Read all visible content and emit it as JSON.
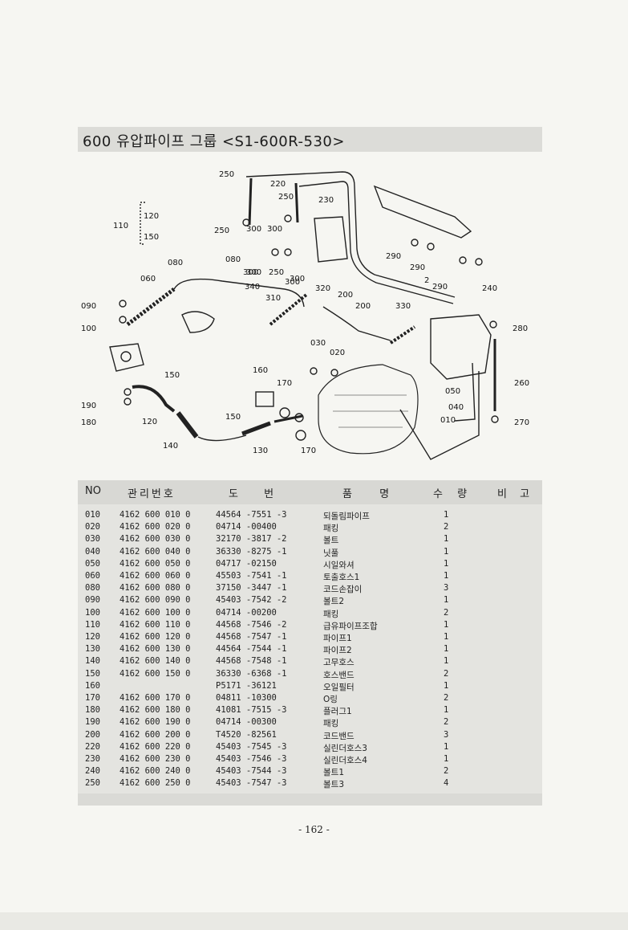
{
  "title": "600  유압파이프 그룹 <S1-600R-530>",
  "diagram": {
    "callouts": [
      "250",
      "220",
      "250",
      "230",
      "300",
      "110",
      "120",
      "150",
      "250",
      "300",
      "300",
      "290",
      "290",
      "290",
      "240",
      "2",
      "080",
      "080",
      "300",
      "250",
      "300",
      "060",
      "340",
      "300",
      "320",
      "090",
      "310",
      "200",
      "200",
      "330",
      "100",
      "280",
      "030",
      "020",
      "160",
      "170",
      "150",
      "260",
      "050",
      "040",
      "190",
      "150",
      "010",
      "270",
      "180",
      "120",
      "140",
      "130",
      "170"
    ]
  },
  "table": {
    "headers": {
      "no": "NO",
      "mgmt": "관리번호",
      "drawing": "도 번",
      "name": "품 명",
      "qty": "수 량",
      "note": "비 고"
    },
    "rows": [
      {
        "no": "010",
        "mgmt": "4162 600 010 0",
        "drawing": "44564 -7551 -3",
        "name": "되돌림파이프",
        "qty": "1"
      },
      {
        "no": "020",
        "mgmt": "4162 600 020 0",
        "drawing": "04714 -00400",
        "name": "패킹",
        "qty": "2"
      },
      {
        "no": "030",
        "mgmt": "4162 600 030 0",
        "drawing": "32170 -3817 -2",
        "name": "볼트",
        "qty": "1"
      },
      {
        "no": "040",
        "mgmt": "4162 600 040 0",
        "drawing": "36330 -8275 -1",
        "name": "닛풀",
        "qty": "1"
      },
      {
        "no": "050",
        "mgmt": "4162 600 050 0",
        "drawing": "04717 -02150",
        "name": "시일와셔",
        "qty": "1"
      },
      {
        "no": "060",
        "mgmt": "4162 600 060 0",
        "drawing": "45503 -7541 -1",
        "name": "토출호스1",
        "qty": "1"
      },
      {
        "no": "080",
        "mgmt": "4162 600 080 0",
        "drawing": "37150 -3447 -1",
        "name": "코드손잡이",
        "qty": "3"
      },
      {
        "no": "090",
        "mgmt": "4162 600 090 0",
        "drawing": "45403 -7542 -2",
        "name": "볼트2",
        "qty": "1"
      },
      {
        "no": "100",
        "mgmt": "4162 600 100 0",
        "drawing": "04714 -00200",
        "name": "패킹",
        "qty": "2"
      },
      {
        "no": "110",
        "mgmt": "4162 600 110 0",
        "drawing": "44568 -7546 -2",
        "name": "급유파이프조합",
        "qty": "1"
      },
      {
        "no": "120",
        "mgmt": "4162 600 120 0",
        "drawing": "44568 -7547 -1",
        "name": "파이프1",
        "qty": "1"
      },
      {
        "no": "130",
        "mgmt": "4162 600 130 0",
        "drawing": "44564 -7544 -1",
        "name": "파이프2",
        "qty": "1"
      },
      {
        "no": "140",
        "mgmt": "4162 600 140 0",
        "drawing": "44568 -7548 -1",
        "name": "고무호스",
        "qty": "1"
      },
      {
        "no": "150",
        "mgmt": "4162 600 150 0",
        "drawing": "36330 -6368 -1",
        "name": "호스밴드",
        "qty": "2"
      },
      {
        "no": "160",
        "mgmt": "",
        "drawing": "P5171 -36121",
        "name": "오일필터",
        "qty": "1"
      },
      {
        "no": "170",
        "mgmt": "4162 600 170 0",
        "drawing": "04811 -10300",
        "name": "O링",
        "qty": "2"
      },
      {
        "no": "180",
        "mgmt": "4162 600 180 0",
        "drawing": "41081 -7515 -3",
        "name": "플러그1",
        "qty": "1"
      },
      {
        "no": "190",
        "mgmt": "4162 600 190 0",
        "drawing": "04714 -00300",
        "name": "패킹",
        "qty": "2"
      },
      {
        "no": "200",
        "mgmt": "4162 600 200 0",
        "drawing": "T4520 -82561",
        "name": "코드밴드",
        "qty": "3"
      },
      {
        "no": "220",
        "mgmt": "4162 600 220 0",
        "drawing": "45403 -7545 -3",
        "name": "실린더호스3",
        "qty": "1"
      },
      {
        "no": "230",
        "mgmt": "4162 600 230 0",
        "drawing": "45403 -7546 -3",
        "name": "실린더호스4",
        "qty": "1"
      },
      {
        "no": "240",
        "mgmt": "4162 600 240 0",
        "drawing": "45403 -7544 -3",
        "name": "볼트1",
        "qty": "2"
      },
      {
        "no": "250",
        "mgmt": "4162 600 250 0",
        "drawing": "45403 -7547 -3",
        "name": "볼트3",
        "qty": "4"
      }
    ]
  },
  "page_number": "- 162 -"
}
